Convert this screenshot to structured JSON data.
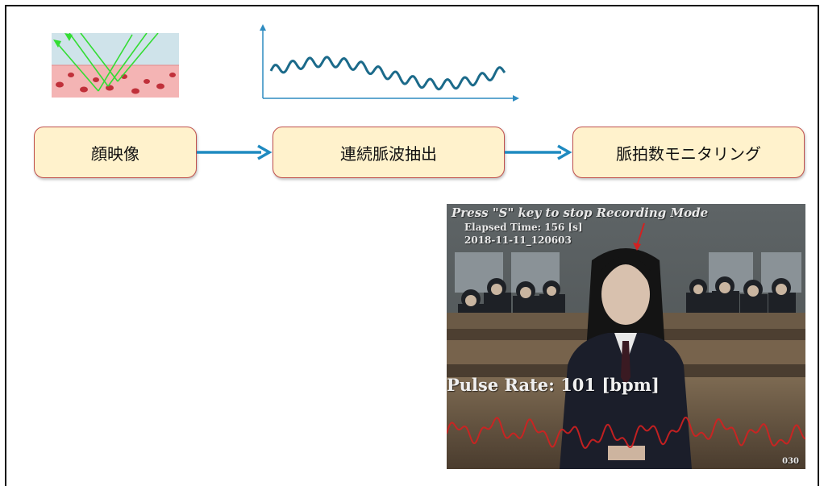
{
  "stages": [
    {
      "label": "顔映像"
    },
    {
      "label": "連続脈波抽出"
    },
    {
      "label": "脈拍数モニタリング"
    }
  ],
  "video_overlay": {
    "hint": "Press \"S\" key to stop Recording Mode",
    "elapsed": "Elapsed Time: 156 [s]",
    "timestamp": "2018-11-11_120603",
    "pulse_rate": "Pulse Rate: 101 [bpm]",
    "frame_number": "030"
  },
  "colors": {
    "box_fill": "#fff2cc",
    "box_border": "#c0504d",
    "arrow": "#1f8ac0",
    "wave": "#1b6a8a",
    "pulse_wave": "#d42020",
    "light_ray": "#33dd33"
  }
}
